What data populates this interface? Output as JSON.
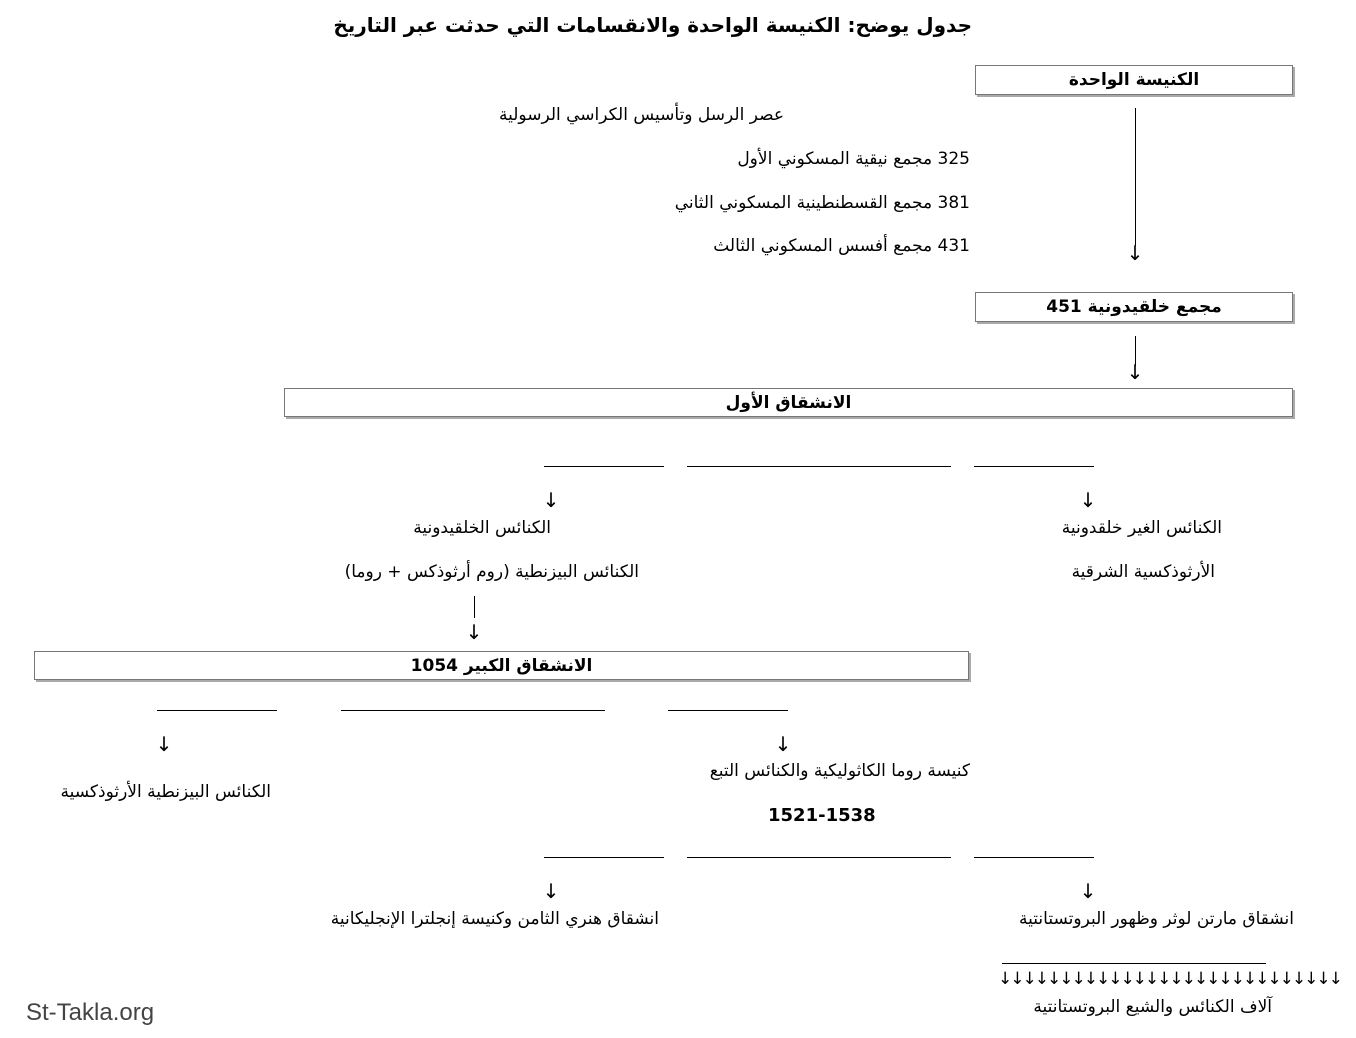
{
  "title": "جدول يوضح: الكنيسة الواحدة والانقسامات التي حدثت عبر التاريخ",
  "nodes": {
    "one_church": "الكنيسة الواحدة",
    "apostles": "عصر الرسل وتأسيس الكراسي الرسولية",
    "nicaea": "325 مجمع نيقية المسكوني الأول",
    "constantinople": "381 مجمع القسطنطينية المسكوني الثاني",
    "ephesus": "431 مجمع أفسس المسكوني الثالث",
    "chalcedon": "مجمع خلقيدونية 451",
    "first_schism": "الانشقاق الأول",
    "non_chalcedonian": "الكنائس الغير خلقدونية",
    "oriental_orthodox": "الأرثوذكسية الشرقية",
    "chalcedonian": "الكنائس الخلقيدونية",
    "byzantine": "الكنائس البيزنطية (روم أرثوذكس + روما)",
    "great_schism": "الانشقاق الكبير 1054",
    "byzantine_orthodox": "الكنائس البيزنطية الأرثوذكسية",
    "rome_catholic": "كنيسة روما الكاثوليكية والكنائس التبع",
    "years": "1521-1538",
    "luther": "انشقاق مارتن لوثر وظهور البروتستانتية",
    "henry": "انشقاق هنري الثامن وكنيسة إنجلترا الإنجليكانية",
    "protestant_many": "آلاف الكنائس والشيع البروتستانتية"
  },
  "arrow_glyph": "↓",
  "arrow_row": "↓↓↓↓↓↓↓↓↓↓↓↓↓↓↓↓↓↓↓↓↓↓↓↓↓↓↓↓",
  "watermark": "St-Takla.org"
}
